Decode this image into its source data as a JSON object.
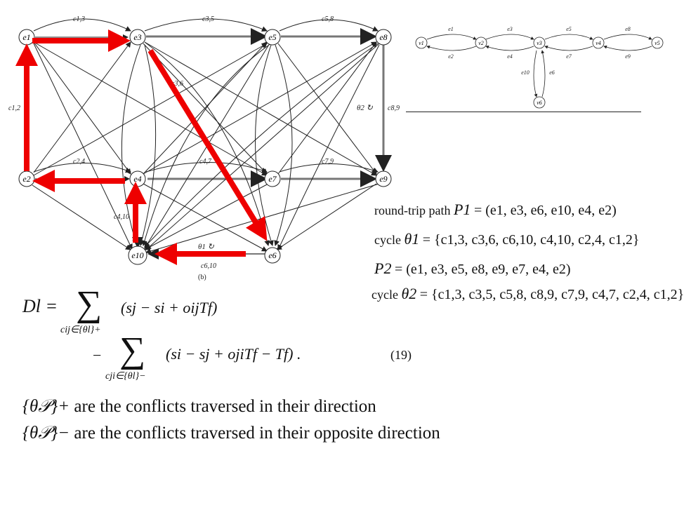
{
  "graph_b": {
    "nodes": [
      {
        "id": "e1",
        "label": "e1"
      },
      {
        "id": "e3",
        "label": "e3"
      },
      {
        "id": "e5",
        "label": "e5"
      },
      {
        "id": "e8",
        "label": "e8"
      },
      {
        "id": "e2",
        "label": "e2"
      },
      {
        "id": "e4",
        "label": "e4"
      },
      {
        "id": "e7",
        "label": "e7"
      },
      {
        "id": "e9",
        "label": "e9"
      },
      {
        "id": "e10",
        "label": "e10"
      },
      {
        "id": "e6",
        "label": "e6"
      }
    ],
    "edge_labels": {
      "c13": "c1,3",
      "c35": "c3,5",
      "c58": "c5,8",
      "c12": "c1,2",
      "c36": "c3,6",
      "c89": "c8,9",
      "c24": "c2,4",
      "c47": "c4,7",
      "c79": "c7,9",
      "c410": "c4,10",
      "c610": "c6,10"
    },
    "theta1": "θ1 ↻",
    "theta2": "θ2 ↻",
    "caption": "(b)"
  },
  "graph_a": {
    "nodes": [
      "v1",
      "v2",
      "v3",
      "v4",
      "v5",
      "v6"
    ],
    "edge_labels": {
      "e1": "e1",
      "e2": "e2",
      "e3": "e3",
      "e4": "e4",
      "e5": "e5",
      "e7": "e7",
      "e8": "e8",
      "e9": "e9",
      "e6": "e6",
      "e10": "e10"
    }
  },
  "paths": {
    "p1_text": "round-trip path",
    "p1_label": "P1",
    "p1_seq": "= (e1, e3, e6, e10, e4, e2)",
    "cycle1_text": "cycle",
    "cycle1_label": "θ1",
    "cycle1_seq": "= {c1,3, c3,6, c6,10, c4,10, c2,4, c1,2}",
    "p2_label": "P2",
    "p2_seq": "= (e1, e3, e5, e8, e9, e7, e4, e2)",
    "cycle2_text": "cycle",
    "cycle2_label": "θ2",
    "cycle2_seq": "= {c1,3, c3,5, c5,8, c8,9, c7,9, c4,7, c2,4, c1,2}"
  },
  "formula": {
    "lhs": "Dl =",
    "term1": "(sj − si + oijTf)",
    "sub1": "cij∈{θl}+",
    "minus": "−",
    "term2": "(si − sj + ojiTf − Tf) .",
    "sub2": "cji∈{θl}−",
    "eqno": "(19)"
  },
  "notes": {
    "plus_symbol": "{θ𝒫}+",
    "plus_text": "are the conflicts traversed in their direction",
    "minus_symbol": "{θ𝒫}−",
    "minus_text": "are the conflicts traversed in their opposite direction"
  },
  "colors": {
    "highlight": "#ee0000",
    "edge": "#222222"
  }
}
